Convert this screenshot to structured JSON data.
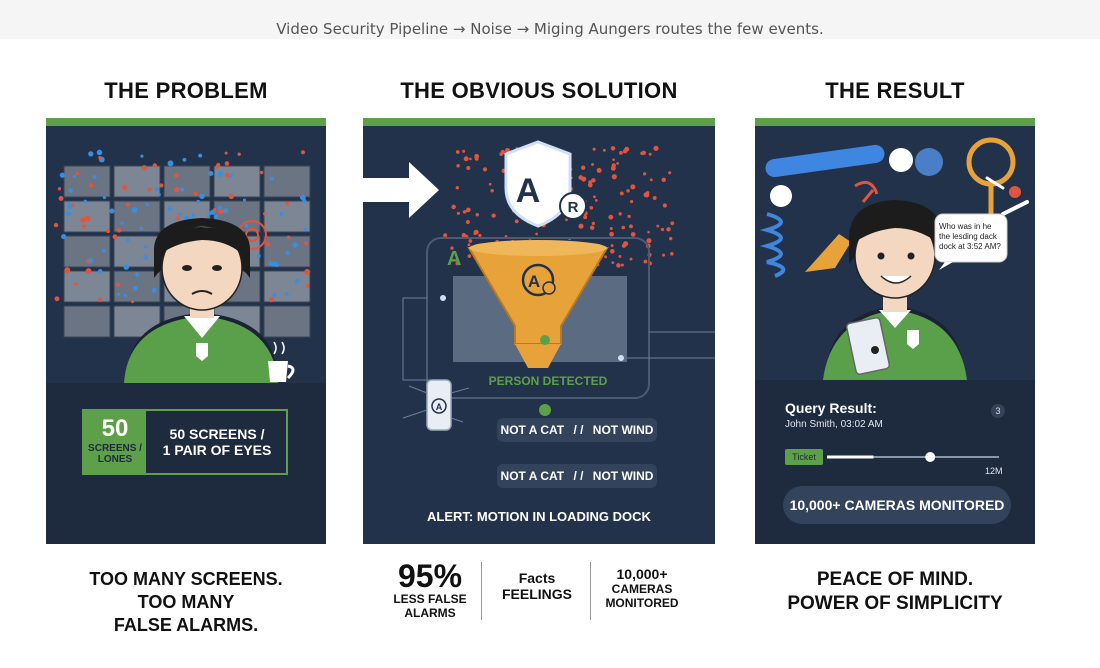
{
  "caption": "Video Security Pipeline → Noise → Miging Aungers routes the few events.",
  "columns": {
    "problem": {
      "heading": "THE PROBLEM",
      "count_number": "50",
      "count_unit_line1": "SCREENS /",
      "count_unit_line2": "LONES",
      "screens_line1": "50 SCREENS /",
      "screens_line2": "1 PAIR OF EYES",
      "bottom_line1": "TOO MANY SCREENS.",
      "bottom_line2": "TOO MANY",
      "bottom_line3": "FALSE ALARMS."
    },
    "solution": {
      "heading": "THE OBVIOUS SOLUTION",
      "shield_letter": "A",
      "badge_letter": "R",
      "panel_letter": "A",
      "person_detected": "PERSON DETECTED",
      "filter_row1_a": "NOT A CAT",
      "filter_row1_sep": "/  /",
      "filter_row1_b": "NOT WIND",
      "filter_row2_a": "NOT A CAT",
      "filter_row2_sep": "/  /",
      "filter_row2_b": "NOT WIND",
      "alert": "ALERT: MOTION IN LOADING DOCK",
      "stats": {
        "pct": "95%",
        "pct_line1": "LESS FALSE",
        "pct_line2": "ALARMS",
        "mid_line1": "Facts",
        "mid_line2": "FEELINGS",
        "cams_line1": "10,000+",
        "cams_line2": "CAMERAS",
        "cams_line3": "MONITORED"
      }
    },
    "result": {
      "heading": "THE RESULT",
      "speech_line1": "Who was in he",
      "speech_line2": "the lesding dack",
      "speech_line3": "dock at 3:52 AM?",
      "query_title": "Query Result:",
      "query_badge": "3",
      "query_sub": "John Smith, 03:02 AM",
      "ticket": "Ticket",
      "slider_max": "12M",
      "slider_level": 0.6,
      "cameras_monitored": "10,000+ CAMERAS MONITORED",
      "bottom_line1": "PEACE OF MIND.",
      "bottom_line2": "POWER OF SIMPLICITY"
    }
  },
  "colors": {
    "panel": "#22324a",
    "accent_green": "#5da049",
    "funnel_orange": "#e8a23a",
    "particle_red": "#e0553f",
    "particle_blue": "#3a8ee0"
  }
}
